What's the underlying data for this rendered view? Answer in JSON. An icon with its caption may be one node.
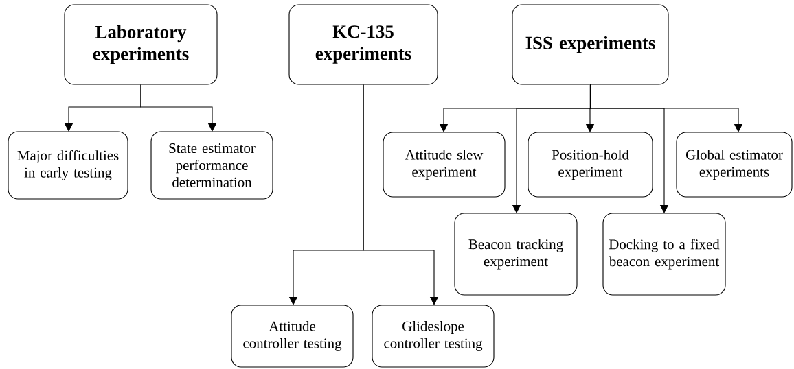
{
  "diagram": {
    "nodes": [
      {
        "text": [
          "Laboratory experiments"
        ]
      },
      {
        "text": [
          "KC-135 experiments"
        ]
      },
      {
        "text": [
          "ISS experiments"
        ]
      },
      {
        "text": [
          "Major difficulties in early testing"
        ]
      },
      {
        "text": [
          "State estimator performance determination"
        ]
      },
      {
        "text": [
          "Attitude slew experiment"
        ]
      },
      {
        "text": [
          "Beacon tracking experiment"
        ]
      },
      {
        "text": [
          "Position-hold experiment"
        ]
      },
      {
        "text": [
          "Docking to a fixed beacon experiment"
        ]
      },
      {
        "text": [
          "Global estimator experiments"
        ]
      },
      {
        "text": [
          "Attitude controller testing"
        ]
      },
      {
        "text": [
          "Glideslope controller testing"
        ]
      }
    ],
    "edges": [
      {
        "from": 0,
        "to": 3,
        "arrow": "to"
      },
      {
        "from": 0,
        "to": 4,
        "arrow": "to"
      },
      {
        "from": 1,
        "to": 10,
        "arrow": "to"
      },
      {
        "from": 1,
        "to": 11,
        "arrow": "to"
      },
      {
        "from": 2,
        "to": 5,
        "arrow": "to"
      },
      {
        "from": 2,
        "to": 6,
        "arrow": "to"
      },
      {
        "from": 2,
        "to": 7,
        "arrow": "to"
      },
      {
        "from": 2,
        "to": 8,
        "arrow": "to"
      },
      {
        "from": 2,
        "to": 9,
        "arrow": "to"
      }
    ]
  }
}
